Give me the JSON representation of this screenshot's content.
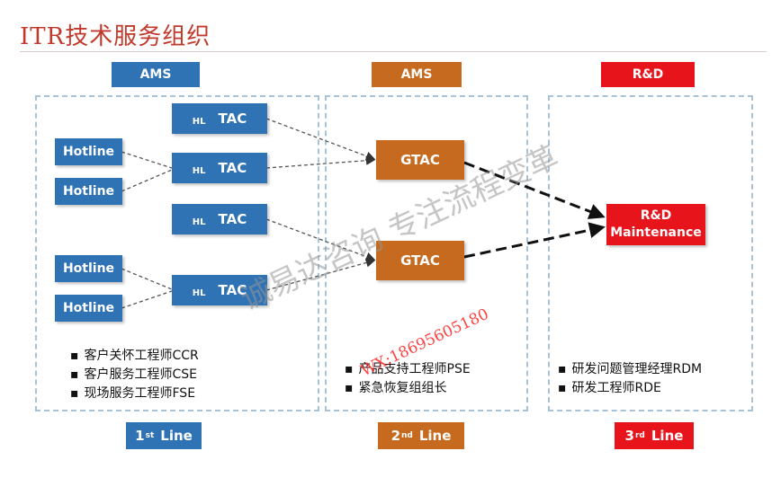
{
  "title": "ITR技术服务组织",
  "columns": [
    {
      "header": "AMS",
      "line_num": "1",
      "line_sup": "st",
      "line_word": "Line",
      "bullets": [
        "客户关怀工程师CCR",
        "客户服务工程师CSE",
        "现场服务工程师FSE"
      ]
    },
    {
      "header": "AMS",
      "line_num": "2",
      "line_sup": "nd",
      "line_word": "Line",
      "bullets": [
        "产品支持工程师PSE",
        "紧急恢复组组长"
      ]
    },
    {
      "header": "R&D",
      "line_num": "3",
      "line_sup": "rd",
      "line_word": "Line",
      "bullets": [
        "研发问题管理经理RDM",
        "研发工程师RDE"
      ]
    }
  ],
  "nodes": {
    "hotline": [
      "Hotline",
      "Hotline",
      "Hotline",
      "Hotline"
    ],
    "tac_prefix": "HL",
    "tac": [
      "TAC",
      "TAC",
      "TAC",
      "TAC"
    ],
    "gtac": [
      "GTAC",
      "GTAC"
    ],
    "rd_line1": "R&D",
    "rd_line2": "Maintenance"
  },
  "watermark": {
    "text": "诚易达咨询 专注流程变革",
    "contact": "WX:18695605180"
  },
  "colors": {
    "blue": "#2f73b5",
    "orange": "#c56a1e",
    "red": "#e8141c",
    "title": "#c0392b"
  }
}
